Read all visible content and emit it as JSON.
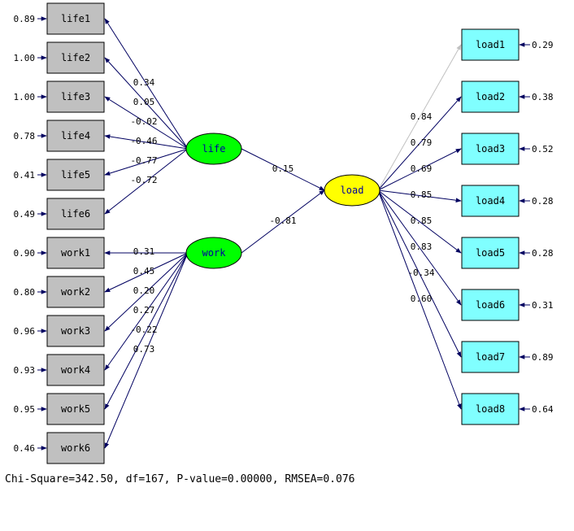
{
  "diagram": {
    "colors": {
      "observed_life_work_fill": "#c0c0c0",
      "observed_load_fill": "#80ffff",
      "latent_exogenous_fill": "#00ff00",
      "latent_endogenous_fill": "#ffff00",
      "arrow": "#000060",
      "fixed_path": "#c0c0c0"
    },
    "latent": [
      {
        "id": "life",
        "label": "life"
      },
      {
        "id": "work",
        "label": "work"
      },
      {
        "id": "load",
        "label": "load"
      }
    ],
    "indicators": {
      "life": [
        {
          "label": "life1",
          "loading": "0.34",
          "error": "0.89"
        },
        {
          "label": "life2",
          "loading": "0.05",
          "error": "1.00"
        },
        {
          "label": "life3",
          "loading": "-0.02",
          "error": "1.00"
        },
        {
          "label": "life4",
          "loading": "-0.46",
          "error": "0.78"
        },
        {
          "label": "life5",
          "loading": "-0.77",
          "error": "0.41"
        },
        {
          "label": "life6",
          "loading": "-0.72",
          "error": "0.49"
        }
      ],
      "work": [
        {
          "label": "work1",
          "loading": "0.31",
          "error": "0.90"
        },
        {
          "label": "work2",
          "loading": "0.45",
          "error": "0.80"
        },
        {
          "label": "work3",
          "loading": "0.20",
          "error": "0.96"
        },
        {
          "label": "work4",
          "loading": "0.27",
          "error": "0.93"
        },
        {
          "label": "work5",
          "loading": "-0.22",
          "error": "0.95"
        },
        {
          "label": "work6",
          "loading": "0.73",
          "error": "0.46"
        }
      ],
      "load": [
        {
          "label": "load1",
          "loading": "0.84",
          "error": "0.29",
          "fixed": true
        },
        {
          "label": "load2",
          "loading": "0.79",
          "error": "0.38"
        },
        {
          "label": "load3",
          "loading": "0.69",
          "error": "0.52"
        },
        {
          "label": "load4",
          "loading": "0.85",
          "error": "0.28"
        },
        {
          "label": "load5",
          "loading": "0.85",
          "error": "0.28"
        },
        {
          "label": "load6",
          "loading": "0.83",
          "error": "0.31"
        },
        {
          "label": "load7",
          "loading": "-0.34",
          "error": "0.89"
        },
        {
          "label": "load8",
          "loading": "0.60",
          "error": "0.64"
        }
      ]
    },
    "structural": [
      {
        "from": "life",
        "to": "load",
        "coef": "0.15"
      },
      {
        "from": "work",
        "to": "load",
        "coef": "-0.81"
      }
    ],
    "fit_statistics": "Chi-Square=342.50, df=167, P-value=0.00000, RMSEA=0.076"
  }
}
